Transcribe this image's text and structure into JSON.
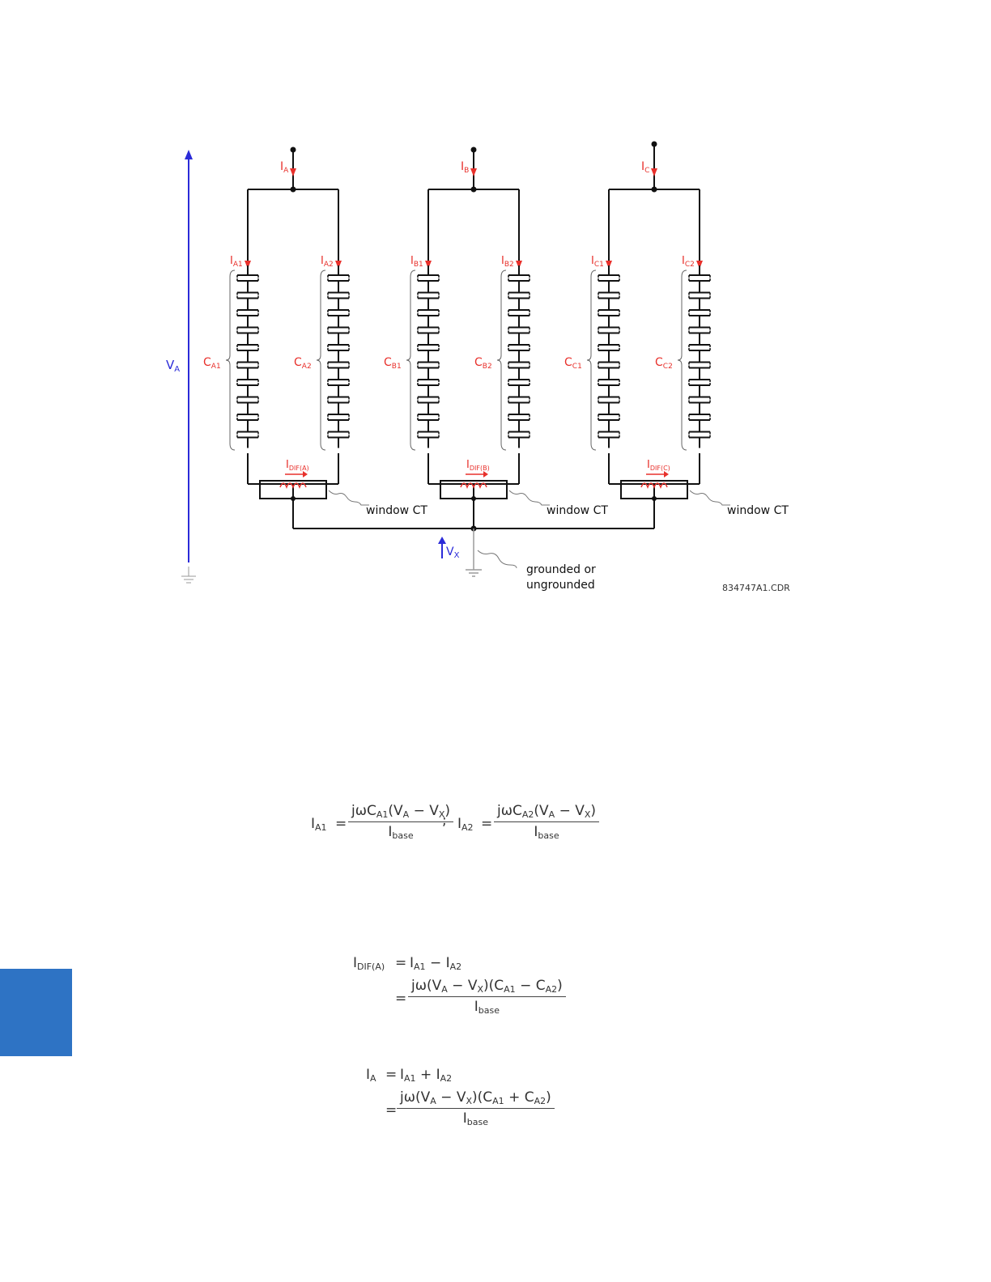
{
  "diagram": {
    "va": {
      "main": "V",
      "sub": "A"
    },
    "vx": {
      "main": "V",
      "sub": "X"
    },
    "window_ct": "window CT",
    "grounded": [
      "grounded or",
      "ungrounded"
    ],
    "figure_id": "834747A1.CDR",
    "phases": [
      {
        "feed": {
          "main": "I",
          "sub": "A"
        },
        "left": {
          "main": "I",
          "sub": "A1"
        },
        "right": {
          "main": "I",
          "sub": "A2"
        },
        "cap_left": {
          "main": "C",
          "sub": "A1"
        },
        "cap_right": {
          "main": "C",
          "sub": "A2"
        },
        "dif": {
          "main": "I",
          "sub": "DIF(A)"
        }
      },
      {
        "feed": {
          "main": "I",
          "sub": "B"
        },
        "left": {
          "main": "I",
          "sub": "B1"
        },
        "right": {
          "main": "I",
          "sub": "B2"
        },
        "cap_left": {
          "main": "C",
          "sub": "B1"
        },
        "cap_right": {
          "main": "C",
          "sub": "B2"
        },
        "dif": {
          "main": "I",
          "sub": "DIF(B)"
        }
      },
      {
        "feed": {
          "main": "I",
          "sub": "C"
        },
        "left": {
          "main": "I",
          "sub": "C1"
        },
        "right": {
          "main": "I",
          "sub": "C2"
        },
        "cap_left": {
          "main": "C",
          "sub": "C1"
        },
        "cap_right": {
          "main": "C",
          "sub": "C2"
        },
        "dif": {
          "main": "I",
          "sub": "DIF(C)"
        }
      }
    ],
    "colors": {
      "current": "#e8302b",
      "voltage": "#2b2bd8",
      "ground": "#9a9a9a",
      "wire": "#111111",
      "tab": "#2e73c4"
    }
  },
  "equations": {
    "eq1": {
      "lhs1": "I<sub>A1</sub>",
      "num1": "jωC<sub>A1</sub>(V<sub>A</sub> − V<sub>X</sub>)",
      "den1": "I<sub>base</sub>",
      "sep": ";",
      "lhs2": "I<sub>A2</sub>",
      "num2": "jωC<sub>A2</sub>(V<sub>A</sub> − V<sub>X</sub>)",
      "den2": "I<sub>base</sub>"
    },
    "eq2": {
      "lhs": "I<sub>DIF(A)</sub>",
      "rhs": "I<sub>A1</sub> − I<sub>A2</sub>",
      "num": "jω(V<sub>A</sub> − V<sub>X</sub>)(C<sub>A1</sub> − C<sub>A2</sub>)",
      "den": "I<sub>base</sub>"
    },
    "eq3": {
      "lhs": "I<sub>A</sub>",
      "rhs": "I<sub>A1</sub> + I<sub>A2</sub>",
      "num": "jω(V<sub>A</sub> − V<sub>X</sub>)(C<sub>A1</sub> + C<sub>A2</sub>)",
      "den": "I<sub>base</sub>"
    }
  }
}
